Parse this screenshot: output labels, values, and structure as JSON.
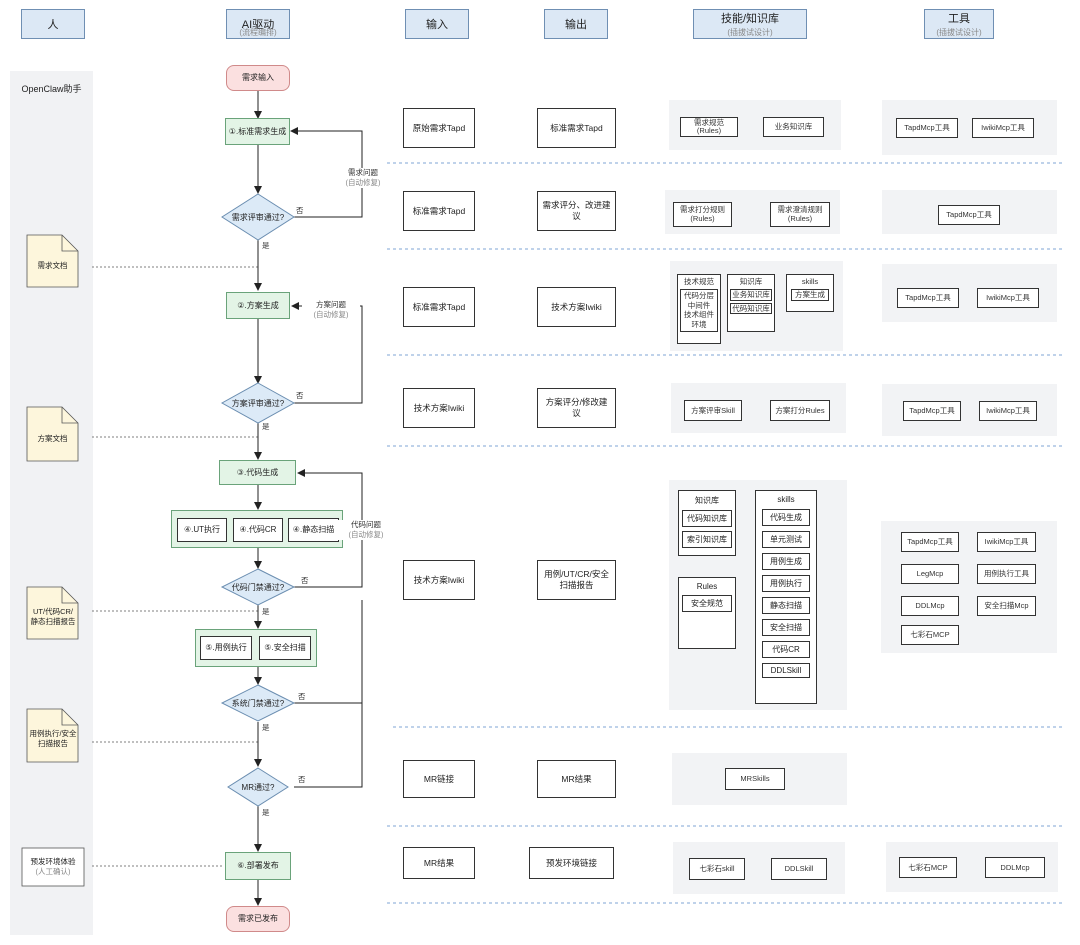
{
  "headers": {
    "person": "人",
    "ai": "AI驱动",
    "ai_sub": "(流程编排)",
    "input": "输入",
    "output": "输出",
    "skills": "技能/知识库",
    "skills_sub": "(插拔试设计)",
    "tools": "工具",
    "tools_sub": "(插拔试设计)"
  },
  "lane": {
    "title": "OpenClaw助手"
  },
  "docs": {
    "req_doc": "需求文档",
    "plan_doc": "方案文档",
    "ut_report": [
      "UT/代码CR/",
      "静态扫描报告"
    ],
    "case_report": [
      "用例执行/安全",
      "扫描报告"
    ],
    "preenv_1": "预发环境体验",
    "preenv_2": "(人工确认)"
  },
  "flow": {
    "start": "需求输入",
    "step1": "①.标准需求生成",
    "d1": "需求评审通过?",
    "step2": "②.方案生成",
    "d2": "方案评审通过?",
    "step3": "③.代码生成",
    "step4a": "④.UT执行",
    "step4b": "④.代码CR",
    "step4c": "④.静态扫描",
    "d3": "代码门禁通过?",
    "step5a": "⑤.用例执行",
    "step5b": "⑤.安全扫描",
    "d4": "系统门禁通过?",
    "d5": "MR通过?",
    "step6": "⑥.部署发布",
    "end": "需求已发布",
    "yes": "是",
    "no": "否",
    "loop1": "需求问题",
    "loop2": "方案问题",
    "loop3": "代码问题",
    "auto": "(自动修复)"
  },
  "rows": [
    {
      "input": "原始需求Tapd",
      "output": "标准需求Tapd"
    },
    {
      "input": "标准需求Tapd",
      "output": "需求评分、改进建议"
    },
    {
      "input": "标准需求Tapd",
      "output": "技术方案Iwiki"
    },
    {
      "input": "技术方案Iwiki",
      "output": "方案评分/修改建议"
    },
    {
      "input": "技术方案Iwiki",
      "output": "用例/UT/CR/安全扫描报告"
    },
    {
      "input": "MR链接",
      "output": "MR结果"
    },
    {
      "input": "MR结果",
      "output": "预发环境链接"
    }
  ],
  "skills": {
    "r1": {
      "a1": "需求规范",
      "a2": "(Rules)",
      "b": "业务知识库"
    },
    "r2": {
      "a1": "需求打分规则",
      "a2": "(Rules)",
      "b1": "需求澄清规则",
      "b2": "(Rules)"
    },
    "r3": {
      "tech_title": "技术规范",
      "tech_lines": [
        "代码分层",
        "中间件",
        "技术组件",
        "环境"
      ],
      "kb_title": "知识库",
      "kb_items": [
        "业务知识库",
        "代码知识库"
      ],
      "sk_title": "skills",
      "sk_items": [
        "方案生成"
      ]
    },
    "r4": {
      "a": "方案评审Skill",
      "b": "方案打分Rules"
    },
    "r5": {
      "kb_title": "知识库",
      "kb_items": [
        "代码知识库",
        "索引知识库"
      ],
      "rules_title": "Rules",
      "rules_items": [
        "安全规范"
      ],
      "sk_title": "skills",
      "sk_items": [
        "代码生成",
        "单元测试",
        "用例生成",
        "用例执行",
        "静态扫描",
        "安全扫描",
        "代码CR",
        "DDLSkill"
      ]
    },
    "r6": {
      "a": "MRSkills"
    },
    "r7": {
      "a": "七彩石skill",
      "b": "DDLSkill"
    }
  },
  "tools": {
    "r1": [
      "TapdMcp工具",
      "IwikiMcp工具"
    ],
    "r2": [
      "TapdMcp工具"
    ],
    "r3": [
      "TapdMcp工具",
      "IwikiMcp工具"
    ],
    "r4": [
      "TapdMcp工具",
      "IwikiMcp工具"
    ],
    "r5": [
      "TapdMcp工具",
      "IwikiMcp工具",
      "LegMcp",
      "用例执行工具",
      "DDLMcp",
      "安全扫描Mcp",
      "七彩石MCP"
    ],
    "r7": [
      "七彩石MCP",
      "DDLMcp"
    ]
  }
}
